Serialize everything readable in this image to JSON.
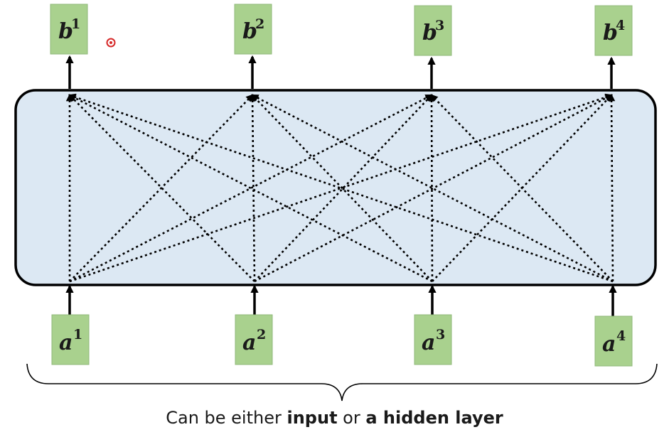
{
  "layer": {
    "inputs": [
      {
        "base": "a",
        "sup": "1"
      },
      {
        "base": "a",
        "sup": "2"
      },
      {
        "base": "a",
        "sup": "3"
      },
      {
        "base": "a",
        "sup": "4"
      }
    ],
    "outputs": [
      {
        "base": "b",
        "sup": "1"
      },
      {
        "base": "b",
        "sup": "2"
      },
      {
        "base": "b",
        "sup": "3"
      },
      {
        "base": "b",
        "sup": "4"
      }
    ]
  },
  "caption": {
    "prefix": "Can be either ",
    "input": "input",
    "or": " or ",
    "hidden_layer": "a hidden layer"
  },
  "colors": {
    "node_fill": "#a9d18e",
    "layer_fill": "#dce8f3",
    "cursor": "#d62828"
  }
}
